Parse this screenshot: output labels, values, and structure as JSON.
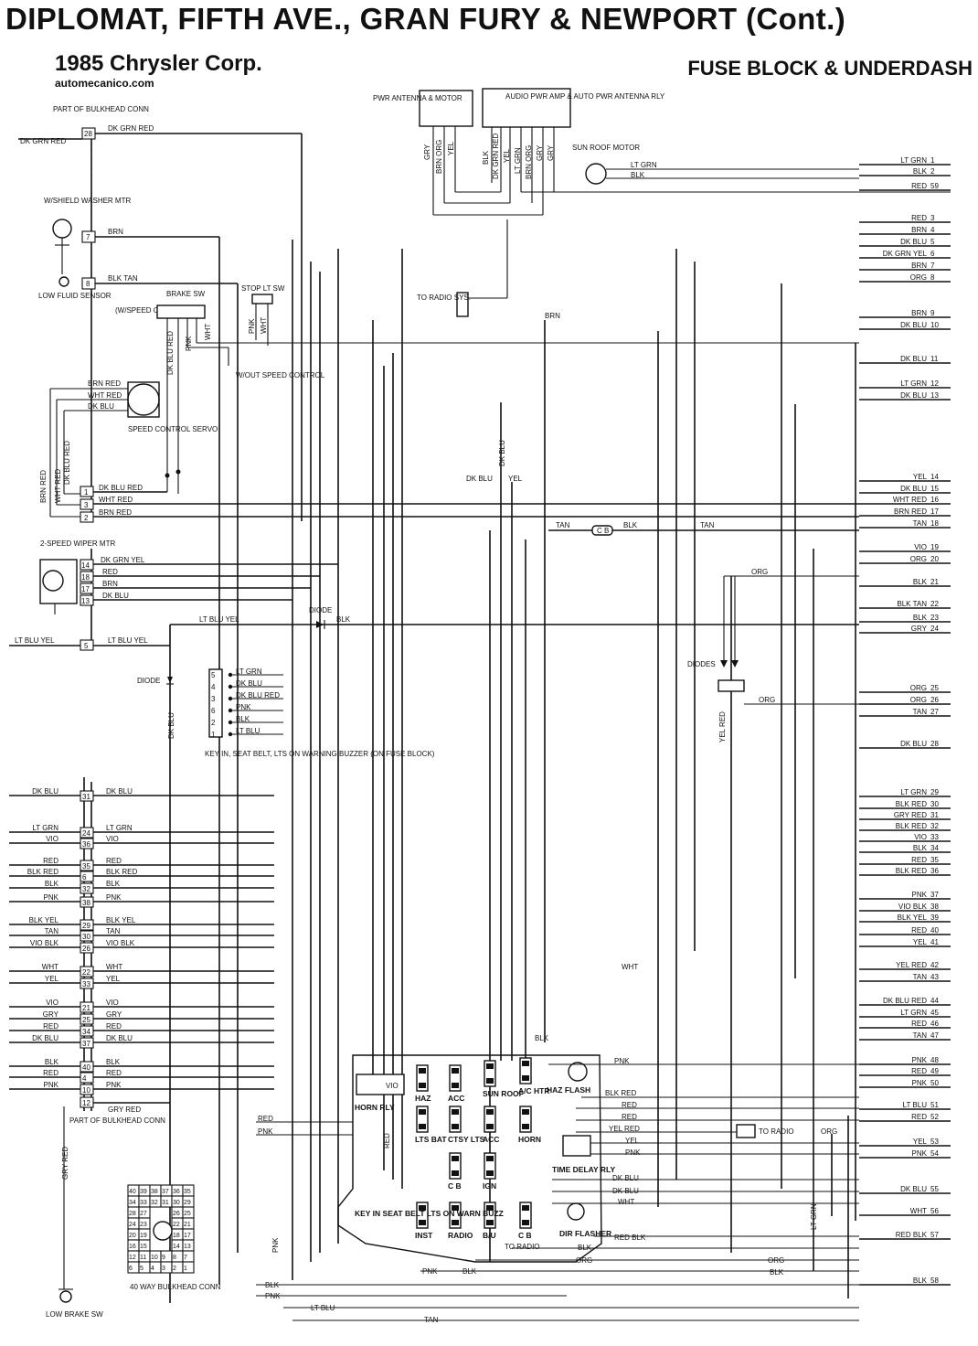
{
  "header": {
    "title": "DIPLOMAT, FIFTH AVE., GRAN FURY & NEWPORT (Cont.)",
    "subtitle": "1985 Chrysler Corp.",
    "website": "automecanico.com",
    "section": "FUSE BLOCK & UNDERDASH"
  },
  "components": {
    "bulkhead_top": "PART OF BULKHEAD CONN",
    "bulkhead_bottom": "PART OF BULKHEAD CONN",
    "washer_motor": "W/SHIELD WASHER MTR",
    "low_fluid_sensor": "LOW FLUID SENSOR",
    "brake_sw": "BRAKE SW",
    "w_speed_contr": "(W/SPEED CONTR)",
    "stop_lt_sw": "STOP LT SW",
    "to_radio_sys": "TO RADIO SYS.",
    "wo_speed_control": "W/OUT SPEED CONTROL",
    "speed_control_servo": "SPEED CONTROL SERVO",
    "wiper_mtr": "2-SPEED WIPER MTR",
    "diode": "DIODE",
    "diodes": "DIODES",
    "buzzer": "KEY IN, SEAT BELT, LTS ON WARNING BUZZER (ON FUSE BLOCK)",
    "pwr_antenna": "PWR ANTENNA & MOTOR",
    "audio_pwr": "AUDIO PWR AMP & AUTO PWR ANTENNA RLY",
    "sun_roof_motor": "SUN ROOF MOTOR",
    "cb": "C B",
    "connector_40": "40 WAY BULKHEAD CONN",
    "low_brake_sw": "LOW BRAKE SW",
    "horn_rly": "HORN RLY",
    "haz_flash": "HAZ FLASH",
    "time_delay_rly": "TIME DELAY RLY",
    "dir_flasher": "DIR FLASHER",
    "to_radio": "TO RADIO",
    "to_radio_2": "TO RADIO",
    "key_in_warn": "KEY IN SEAT BELT LTS ON WARN BUZZ"
  },
  "fuses": [
    "HAZ",
    "ACC",
    "SUN ROOF",
    "A/C HTR",
    "LTS BAT",
    "CTSY LTS",
    "ACC",
    "HORN",
    "IGN",
    "INST",
    "RADIO",
    "B/U",
    "C B",
    "C B"
  ],
  "right_wires": [
    {
      "color": "LT GRN",
      "num": "1"
    },
    {
      "color": "BLK",
      "num": "2"
    },
    {
      "color": "RED",
      "num": "59"
    },
    {
      "color": "RED",
      "num": "3"
    },
    {
      "color": "BRN",
      "num": "4"
    },
    {
      "color": "DK BLU",
      "num": "5"
    },
    {
      "color": "DK GRN YEL",
      "num": "6"
    },
    {
      "color": "BRN",
      "num": "7"
    },
    {
      "color": "ORG",
      "num": "8"
    },
    {
      "color": "BRN",
      "num": "9"
    },
    {
      "color": "DK BLU",
      "num": "10"
    },
    {
      "color": "DK BLU",
      "num": "11"
    },
    {
      "color": "LT GRN",
      "num": "12"
    },
    {
      "color": "DK BLU",
      "num": "13"
    },
    {
      "color": "YEL",
      "num": "14"
    },
    {
      "color": "DK BLU",
      "num": "15"
    },
    {
      "color": "WHT RED",
      "num": "16"
    },
    {
      "color": "BRN RED",
      "num": "17"
    },
    {
      "color": "TAN",
      "num": "18"
    },
    {
      "color": "VIO",
      "num": "19"
    },
    {
      "color": "ORG",
      "num": "20"
    },
    {
      "color": "BLK",
      "num": "21"
    },
    {
      "color": "BLK TAN",
      "num": "22"
    },
    {
      "color": "BLK",
      "num": "23"
    },
    {
      "color": "GRY",
      "num": "24"
    },
    {
      "color": "ORG",
      "num": "25"
    },
    {
      "color": "ORG",
      "num": "26"
    },
    {
      "color": "TAN",
      "num": "27"
    },
    {
      "color": "DK BLU",
      "num": "28"
    },
    {
      "color": "LT GRN",
      "num": "29"
    },
    {
      "color": "BLK RED",
      "num": "30"
    },
    {
      "color": "GRY RED",
      "num": "31"
    },
    {
      "color": "BLK RED",
      "num": "32"
    },
    {
      "color": "VIO",
      "num": "33"
    },
    {
      "color": "BLK",
      "num": "34"
    },
    {
      "color": "RED",
      "num": "35"
    },
    {
      "color": "BLK RED",
      "num": "36"
    },
    {
      "color": "PNK",
      "num": "37"
    },
    {
      "color": "VIO BLK",
      "num": "38"
    },
    {
      "color": "BLK YEL",
      "num": "39"
    },
    {
      "color": "RED",
      "num": "40"
    },
    {
      "color": "YEL",
      "num": "41"
    },
    {
      "color": "YEL RED",
      "num": "42"
    },
    {
      "color": "TAN",
      "num": "43"
    },
    {
      "color": "DK BLU RED",
      "num": "44"
    },
    {
      "color": "LT GRN",
      "num": "45"
    },
    {
      "color": "RED",
      "num": "46"
    },
    {
      "color": "TAN",
      "num": "47"
    },
    {
      "color": "PNK",
      "num": "48"
    },
    {
      "color": "RED",
      "num": "49"
    },
    {
      "color": "PNK",
      "num": "50"
    },
    {
      "color": "LT BLU",
      "num": "51"
    },
    {
      "color": "RED",
      "num": "52"
    },
    {
      "color": "YEL",
      "num": "53"
    },
    {
      "color": "PNK",
      "num": "54"
    },
    {
      "color": "DK BLU",
      "num": "55"
    },
    {
      "color": "WHT",
      "num": "56"
    },
    {
      "color": "RED BLK",
      "num": "57"
    },
    {
      "color": "BLK",
      "num": "58"
    }
  ],
  "left_wires": [
    {
      "color": "DK GRN RED",
      "pin": "28"
    },
    {
      "color": "LT BLU YEL",
      "pin": "5"
    },
    {
      "color": "DK BLU",
      "pin": "31"
    },
    {
      "color": "LT GRN",
      "pin": "24"
    },
    {
      "color": "VIO",
      "pin": "36"
    },
    {
      "color": "RED",
      "pin": "35"
    },
    {
      "color": "BLK RED",
      "pin": "6"
    },
    {
      "color": "BLK",
      "pin": "32"
    },
    {
      "color": "PNK",
      "pin": "38"
    },
    {
      "color": "BLK YEL",
      "pin": "29"
    },
    {
      "color": "TAN",
      "pin": "30"
    },
    {
      "color": "VIO BLK",
      "pin": "26"
    },
    {
      "color": "WHT",
      "pin": "22"
    },
    {
      "color": "YEL",
      "pin": "33"
    },
    {
      "color": "VIO",
      "pin": "21"
    },
    {
      "color": "GRY",
      "pin": "25"
    },
    {
      "color": "RED",
      "pin": "34"
    },
    {
      "color": "DK BLU",
      "pin": "37"
    },
    {
      "color": "BLK",
      "pin": "40"
    },
    {
      "color": "RED",
      "pin": "4"
    },
    {
      "color": "PNK",
      "pin": "10"
    }
  ],
  "bulkhead_pins": [
    {
      "pin": "7",
      "color": "BRN"
    },
    {
      "pin": "8",
      "color": "BLK TAN"
    },
    {
      "pin": "1",
      "color": "DK BLU RED"
    },
    {
      "pin": "3",
      "color": "WHT RED"
    },
    {
      "pin": "2",
      "color": "BRN RED"
    },
    {
      "pin": "14",
      "color": "DK GRN YEL"
    },
    {
      "pin": "18",
      "color": "RED"
    },
    {
      "pin": "17",
      "color": "BRN"
    },
    {
      "pin": "13",
      "color": "DK BLU"
    },
    {
      "pin": "12",
      "color": "GRY RED"
    }
  ],
  "connector_grid": [
    [
      "40",
      "39",
      "38",
      "37",
      "36",
      "35"
    ],
    [
      "34",
      "33",
      "32",
      "31",
      "30",
      "29"
    ],
    [
      "28",
      "27",
      "",
      "",
      "26",
      "25"
    ],
    [
      "24",
      "23",
      "",
      "",
      "22",
      "21"
    ],
    [
      "20",
      "19",
      "",
      "",
      "18",
      "17"
    ],
    [
      "16",
      "15",
      "",
      "",
      "14",
      "13"
    ],
    [
      "12",
      "11",
      "10",
      "9",
      "8",
      "7"
    ],
    [
      "6",
      "5",
      "4",
      "3",
      "2",
      "1"
    ]
  ],
  "buzzer_pins": [
    "5",
    "4",
    "3",
    "6",
    "2",
    "1"
  ],
  "buzzer_wires": [
    "LT GRN",
    "DK BLU",
    "DK BLU RED",
    "PNK",
    "BLK",
    "LT BLU"
  ],
  "misc_labels": {
    "gry": "GRY",
    "brn_org": "BRN ORG",
    "yel": "YEL",
    "blk": "BLK",
    "dk_grn_red": "DK GRN RED",
    "lt_grn": "LT GRN",
    "gry2": "GRY",
    "pnk": "PNK",
    "wht": "WHT",
    "dk_blu_red": "DK BLU RED",
    "brn_red": "BRN RED",
    "wht_red": "WHT RED",
    "dk_blu": "DK BLU",
    "red": "RED",
    "yel_red": "YEL RED",
    "gry_red": "GRY RED",
    "vio": "VIO",
    "tan": "TAN",
    "org": "ORG",
    "red_blk": "RED BLK",
    "pnk2": "PNK",
    "blk_red": "BLK RED",
    "lt_blu": "LT BLU"
  }
}
